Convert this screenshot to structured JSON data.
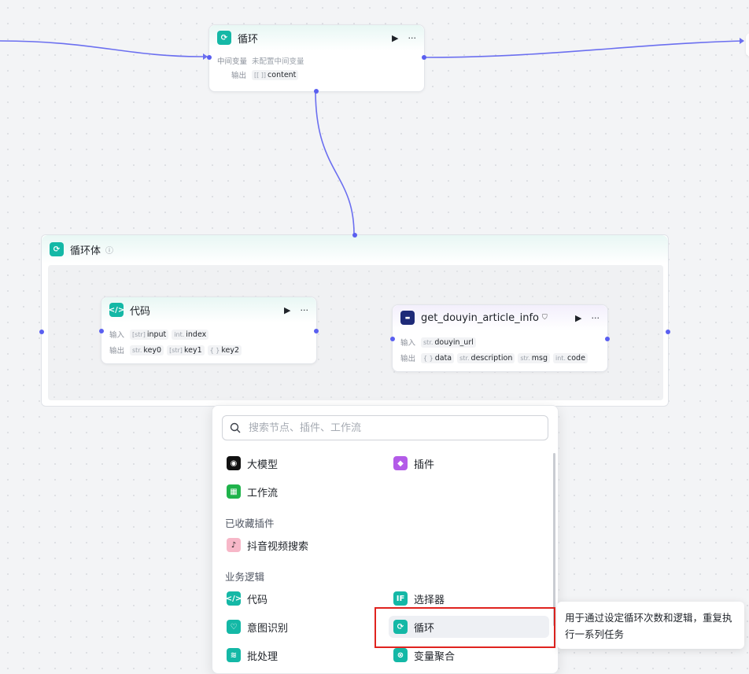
{
  "colors": {
    "edge": "#6b6ff0",
    "teal_icon": "#14b8a6",
    "highlight": "#e0231f"
  },
  "loop_node": {
    "title": "循环",
    "icon": "loop-icon",
    "intermediate_label": "中间变量",
    "intermediate_value": "未配置中间变量",
    "output_label": "输出",
    "output_type": "[[ ]]",
    "output_name": "content"
  },
  "loop_body": {
    "title": "循环体",
    "icon": "loop-icon"
  },
  "code_node": {
    "title": "代码",
    "icon": "code-icon",
    "input_label": "输入",
    "inputs": [
      {
        "type": "[str]",
        "name": "input"
      },
      {
        "type": "int.",
        "name": "index"
      }
    ],
    "output_label": "输出",
    "outputs": [
      {
        "type": "str.",
        "name": "key0"
      },
      {
        "type": "[str]",
        "name": "key1"
      },
      {
        "type": "{ }",
        "name": "key2"
      }
    ]
  },
  "douyin_node": {
    "title": "get_douyin_article_info",
    "icon": "plugin-logo-icon",
    "input_label": "输入",
    "inputs": [
      {
        "type": "str.",
        "name": "douyin_url"
      }
    ],
    "output_label": "输出",
    "outputs": [
      {
        "type": "{ }",
        "name": "data"
      },
      {
        "type": "str.",
        "name": "description"
      },
      {
        "type": "str.",
        "name": "msg"
      },
      {
        "type": "int.",
        "name": "code"
      }
    ]
  },
  "panel": {
    "search_placeholder": "搜索节点、插件、工作流",
    "items_top": [
      {
        "label": "大模型",
        "icon": "llm-icon"
      },
      {
        "label": "插件",
        "icon": "plugin-icon"
      },
      {
        "label": "工作流",
        "icon": "workflow-icon"
      }
    ],
    "favorites_section": "已收藏插件",
    "favorites": [
      {
        "label": "抖音视频搜索",
        "icon": "douyin-icon"
      }
    ],
    "logic_section": "业务逻辑",
    "logic_items": [
      {
        "label": "代码",
        "icon": "code-icon"
      },
      {
        "label": "选择器",
        "icon": "if-icon"
      },
      {
        "label": "意图识别",
        "icon": "intent-icon"
      },
      {
        "label": "循环",
        "icon": "loop-icon"
      },
      {
        "label": "批处理",
        "icon": "batch-icon"
      },
      {
        "label": "变量聚合",
        "icon": "aggregate-icon"
      }
    ]
  },
  "tooltip": {
    "text": "用于通过设定循环次数和逻辑，重复执行一系列任务"
  }
}
